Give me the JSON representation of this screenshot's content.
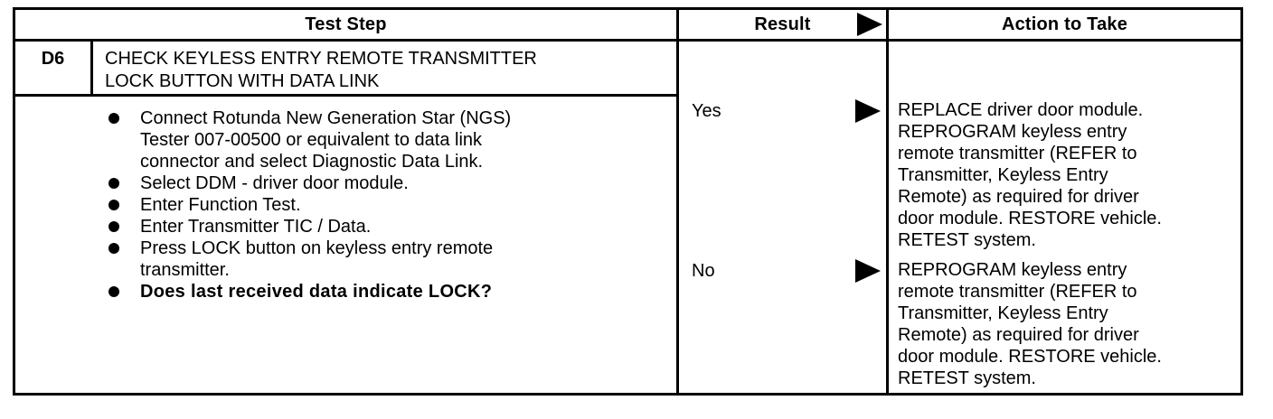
{
  "table": {
    "headers": {
      "test_step": "Test Step",
      "result": "Result",
      "action": "Action to Take"
    },
    "step": {
      "id": "D6",
      "title": "CHECK KEYLESS ENTRY REMOTE TRANSMITTER\nLOCK BUTTON WITH DATA LINK",
      "bullets": [
        {
          "text": "Connect Rotunda New Generation Star (NGS)\nTester 007-00500 or equivalent to data link\nconnector and select Diagnostic Data Link."
        },
        {
          "text": "Select DDM - driver door module."
        },
        {
          "text": "Enter Function Test."
        },
        {
          "text": "Enter Transmitter TIC / Data."
        },
        {
          "text": "Press LOCK button on keyless entry remote\ntransmitter."
        },
        {
          "text": "Does last received data indicate LOCK?"
        }
      ]
    },
    "outcomes": [
      {
        "result": "Yes",
        "action": "REPLACE driver door module.\nREPROGRAM keyless entry\nremote transmitter (REFER to\nTransmitter, Keyless Entry\nRemote) as required for driver\ndoor module. RESTORE vehicle.\nRETEST system."
      },
      {
        "result": "No",
        "action": "REPROGRAM keyless entry\nremote transmitter (REFER to\nTransmitter, Keyless Entry\nRemote) as required for driver\ndoor module. RESTORE vehicle.\nRETEST system."
      }
    ],
    "colors": {
      "ink": "#000000",
      "paper": "#ffffff"
    }
  }
}
